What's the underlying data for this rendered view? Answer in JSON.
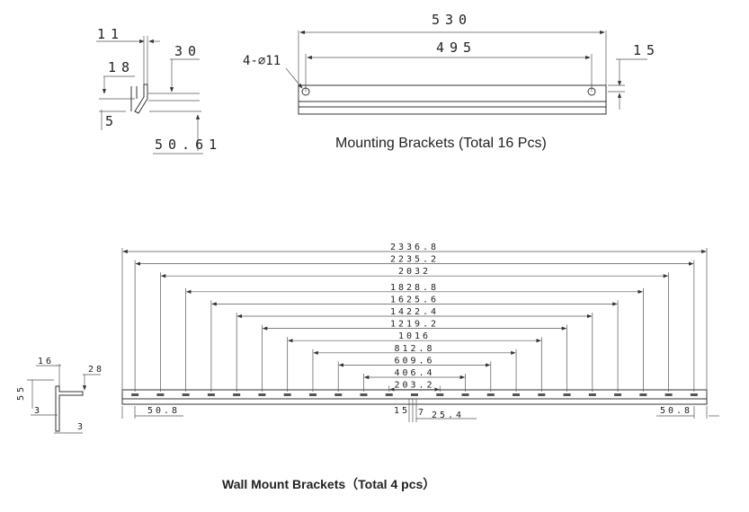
{
  "mounting": {
    "caption": "Mounting Brackets (Total 16 Pcs)",
    "dims": {
      "d530": "530",
      "d495": "495",
      "d15": "15",
      "holes": "4-⌀11",
      "d11": "11",
      "d30": "30",
      "d18": "18",
      "d5": "5",
      "d5061": "50.61"
    }
  },
  "wall": {
    "caption": "Wall Mount Brackets（Total 4 pcs）",
    "dims": {
      "d16": "16",
      "d28": "28",
      "d55": "55",
      "d3a": "3",
      "d3b": "3",
      "d508a": "50.8",
      "d508b": "50.8",
      "d15": "15",
      "d7": "7",
      "d254": "25.4"
    },
    "spans": [
      "2336.8",
      "2235.2",
      "2032",
      "1828.8",
      "1625.6",
      "1422.4",
      "1219.2",
      "1016",
      "812.8",
      "609.6",
      "406.4",
      "203.2"
    ]
  }
}
